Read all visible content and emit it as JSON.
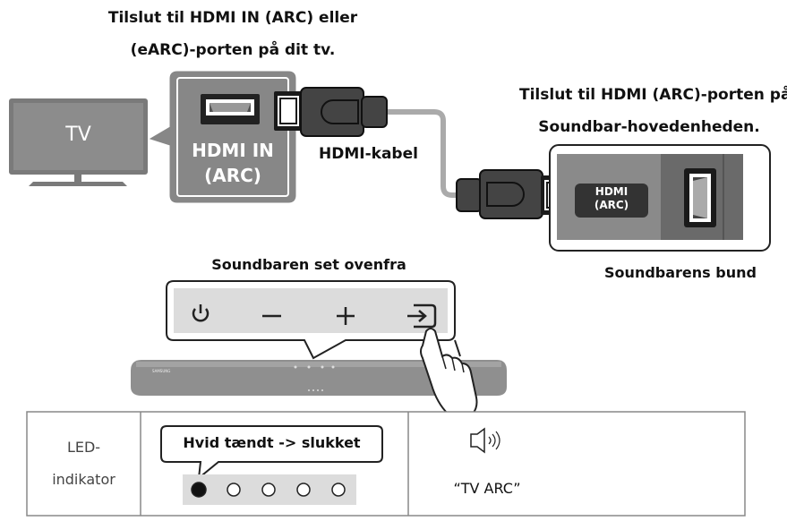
{
  "tv_port": {
    "caption_line1": "Tilslut til HDMI IN (ARC) eller",
    "caption_line2": "(eARC)-porten på dit tv.",
    "port_label_line1": "HDMI IN",
    "port_label_line2": "(ARC)"
  },
  "tv": {
    "label": "TV"
  },
  "cable": {
    "label": "HDMI-kabel"
  },
  "soundbar_port": {
    "caption_line1": "Tilslut til HDMI (ARC)-porten på",
    "caption_line2": "Soundbar-hovedenheden.",
    "port_label_line1": "HDMI",
    "port_label_line2": "(ARC)",
    "bottom_caption": "Soundbarens bund"
  },
  "top_view": {
    "caption": "Soundbaren set ovenfra"
  },
  "table": {
    "col1_line1": "LED-",
    "col1_line2": "indikator",
    "led_status": "Hvid tændt -> slukket",
    "led_states": [
      "on",
      "off",
      "off",
      "off",
      "off"
    ],
    "mode_label": "“TV ARC”"
  },
  "icons": [
    "power-icon",
    "minus-icon",
    "plus-icon",
    "source-icon",
    "speaker-icon"
  ]
}
